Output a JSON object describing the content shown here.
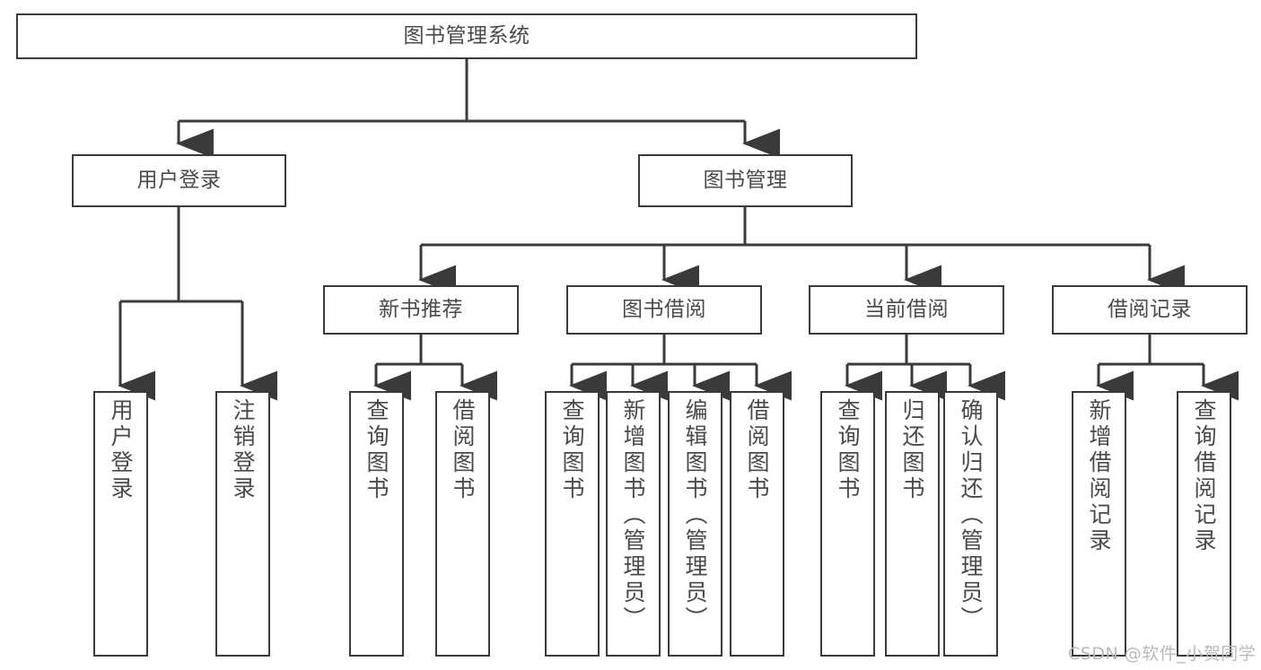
{
  "diagram": {
    "type": "tree-hierarchy",
    "title": "图书管理系统",
    "watermark": "CSDN @软件_小贺同学",
    "colors": {
      "box_border": "#3a3a3a",
      "box_fill": "#ffffff",
      "text": "#4a4a4a",
      "edge": "#3a3a3a",
      "watermark": "#b9b9b9",
      "background": "#ffffff"
    },
    "nodes": {
      "root": {
        "label": "图书管理系统"
      },
      "level2": [
        {
          "id": "user-login",
          "label": "用户登录"
        },
        {
          "id": "book-manage",
          "label": "图书管理"
        }
      ],
      "level3": [
        {
          "id": "new-book-recommend",
          "label": "新书推荐"
        },
        {
          "id": "book-borrow",
          "label": "图书借阅"
        },
        {
          "id": "current-borrow",
          "label": "当前借阅"
        },
        {
          "id": "borrow-record",
          "label": "借阅记录"
        }
      ],
      "leaves": {
        "user_login": [
          {
            "id": "leaf-user-login",
            "label": "用户登录"
          },
          {
            "id": "leaf-logout-login",
            "label": "注销登录"
          }
        ],
        "new_book_recommend": [
          {
            "id": "leaf-query-book-1",
            "label": "查询图书"
          },
          {
            "id": "leaf-borrow-book-1",
            "label": "借阅图书"
          }
        ],
        "book_borrow": [
          {
            "id": "leaf-query-book-2",
            "label": "查询图书"
          },
          {
            "id": "leaf-add-book",
            "label": "新增图书（管理员）"
          },
          {
            "id": "leaf-edit-book",
            "label": "编辑图书（管理员）"
          },
          {
            "id": "leaf-borrow-book-2",
            "label": "借阅图书"
          }
        ],
        "current_borrow": [
          {
            "id": "leaf-query-book-3",
            "label": "查询图书"
          },
          {
            "id": "leaf-return-book",
            "label": "归还图书"
          },
          {
            "id": "leaf-confirm-return",
            "label": "确认归还（管理员）"
          }
        ],
        "borrow_record": [
          {
            "id": "leaf-add-borrow-record",
            "label": "新增借阅记录"
          },
          {
            "id": "leaf-query-borrow-record",
            "label": "查询借阅记录"
          }
        ]
      }
    }
  }
}
